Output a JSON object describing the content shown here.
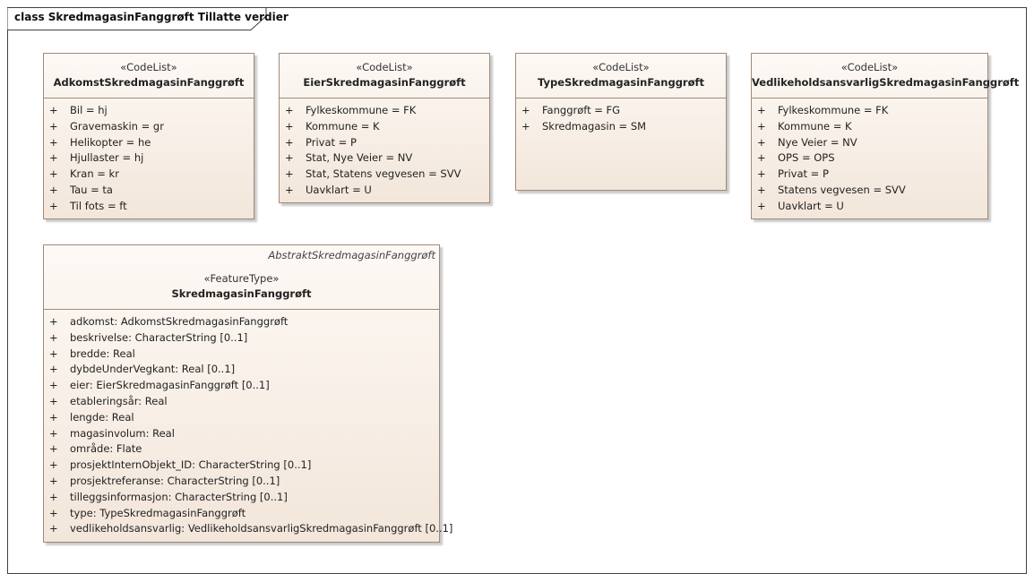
{
  "diagram": {
    "title": "class SkredmagasinFanggrøft Tillatte verdier"
  },
  "classes": [
    {
      "stereotype": "«CodeList»",
      "name": "AdkomstSkredmagasinFanggrøft",
      "parent": "",
      "items": [
        "Bil = hj",
        "Gravemaskin = gr",
        "Helikopter = he",
        "Hjullaster = hj",
        "Kran = kr",
        "Tau = ta",
        "Til fots = ft"
      ]
    },
    {
      "stereotype": "«CodeList»",
      "name": "EierSkredmagasinFanggrøft",
      "parent": "",
      "items": [
        "Fylkeskommune = FK",
        "Kommune = K",
        "Privat = P",
        "Stat, Nye Veier = NV",
        "Stat, Statens vegvesen = SVV",
        "Uavklart = U"
      ]
    },
    {
      "stereotype": "«CodeList»",
      "name": "TypeSkredmagasinFanggrøft",
      "parent": "",
      "items": [
        "Fanggrøft = FG",
        "Skredmagasin = SM"
      ]
    },
    {
      "stereotype": "«CodeList»",
      "name": "VedlikeholdsansvarligSkredmagasinFanggrøft",
      "parent": "",
      "items": [
        "Fylkeskommune = FK",
        "Kommune = K",
        "Nye Veier = NV",
        "OPS = OPS",
        "Privat = P",
        "Statens vegvesen = SVV",
        "Uavklart = U"
      ]
    },
    {
      "stereotype": "«FeatureType»",
      "name": "SkredmagasinFanggrøft",
      "parent": "AbstraktSkredmagasinFanggrøft",
      "items": [
        "adkomst: AdkomstSkredmagasinFanggrøft",
        "beskrivelse: CharacterString [0..1]",
        "bredde: Real",
        "dybdeUnderVegkant: Real [0..1]",
        "eier: EierSkredmagasinFanggrøft [0..1]",
        "etableringsår: Real",
        "lengde: Real",
        "magasinvolum: Real",
        "område: Flate",
        "prosjektInternObjekt_ID: CharacterString [0..1]",
        "prosjektreferanse: CharacterString [0..1]",
        "tilleggsinformasjon: CharacterString [0..1]",
        "type: TypeSkredmagasinFanggrøft",
        "vedlikeholdsansvarlig: VedlikeholdsansvarligSkredmagasinFanggrøft [0..1]"
      ]
    }
  ],
  "visibility_symbol": "+"
}
